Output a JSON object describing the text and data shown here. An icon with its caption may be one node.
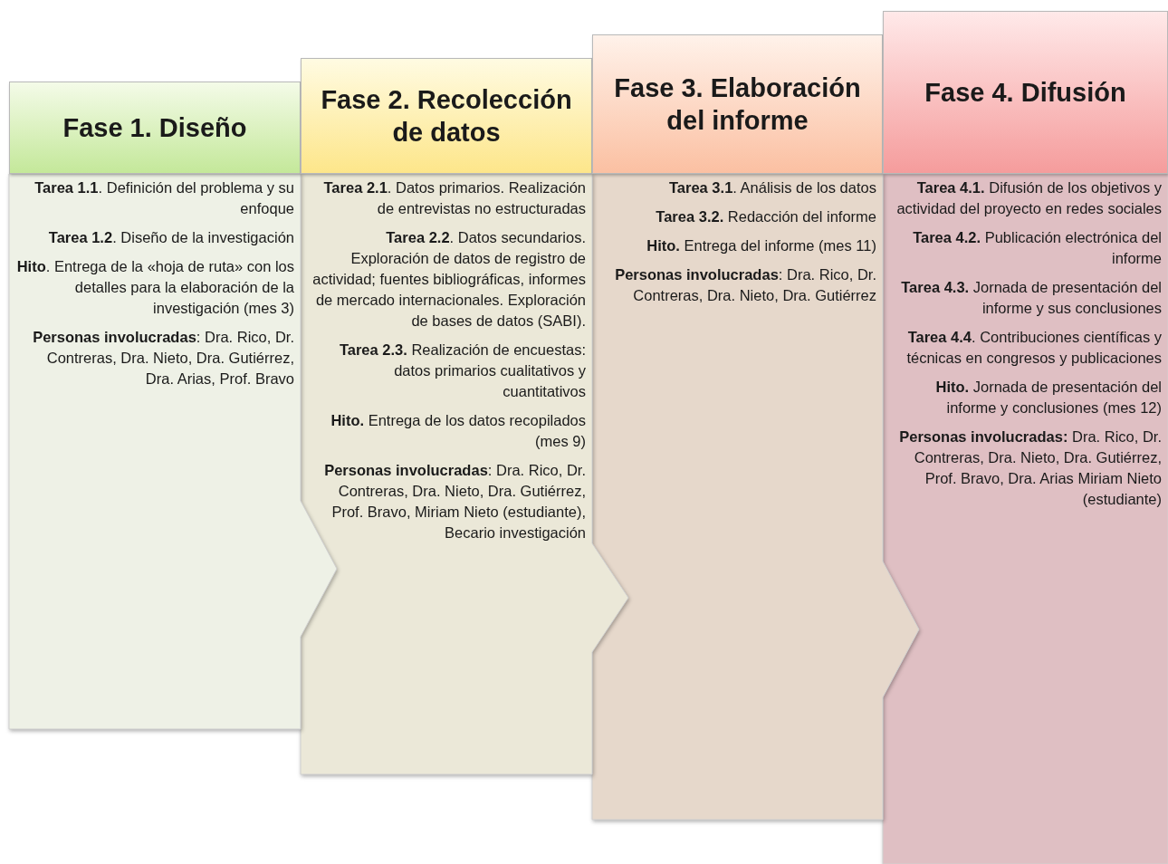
{
  "diagram": {
    "nodes": [
      {
        "text": [
          "Fase 1.  Diseño"
        ]
      },
      {
        "text": [
          "**Tarea 1.1**. Definición del problema y su enfoque",
          "**Tarea 1.2**. Diseño de la investigación",
          "**Hito**. Entrega de la «hoja de ruta» con los detalles para la elaboración de la investigación (mes 3)",
          "**Personas involucradas**: Dra. Rico, Dr. Contreras, Dra. Nieto, Dra. Gutiérrez, Dra. Arias, Prof. Bravo"
        ]
      },
      {
        "text": [
          "Fase 2. Recolección de datos"
        ]
      },
      {
        "text": [
          "**Tarea 2.1**. Datos primarios. Realización de entrevistas no estructuradas",
          "**Tarea 2.2**. Datos secundarios. Exploración de datos de registro de actividad; fuentes bibliográficas, informes de mercado internacionales. Exploración de bases de datos (SABI).",
          "**Tarea 2.3.** Realización de encuestas: datos primarios cualitativos y cuantitativos",
          "**Hito.** Entrega de los datos recopilados (mes 9)",
          "**Personas involucradas**: Dra. Rico, Dr. Contreras, Dra. Nieto, Dra. Gutiérrez, Prof. Bravo, Miriam Nieto (estudiante), Becario investigación"
        ]
      },
      {
        "text": [
          "Fase 3. Elaboración del informe"
        ]
      },
      {
        "text": [
          "**Tarea 3.1**. Análisis de los datos",
          "**Tarea 3.2.** Redacción del informe",
          "**Hito.** Entrega del informe (mes 11)",
          "**Personas involucradas**: Dra. Rico, Dr. Contreras, Dra. Nieto, Dra. Gutiérrez"
        ]
      },
      {
        "text": [
          "Fase 4. Difusión"
        ]
      },
      {
        "text": [
          "**Tarea 4.1.** Difusión de los objetivos y actividad del proyecto en redes sociales",
          "**Tarea 4.2.** Publicación electrónica del informe",
          "**Tarea 4.3.** Jornada de presentación del informe y sus conclusiones",
          "**Tarea 4.4**. Contribuciones científicas y técnicas en congresos y publicaciones",
          "**Hito.** Jornada de presentación del informe y conclusiones (mes 12)",
          "**Personas involucradas:** Dra. Rico, Dr. Contreras, Dra. Nieto, Dra. Gutiérrez, Prof. Bravo, Dra. Arias Miriam Nieto (estudiante)"
        ]
      }
    ],
    "edges": []
  }
}
